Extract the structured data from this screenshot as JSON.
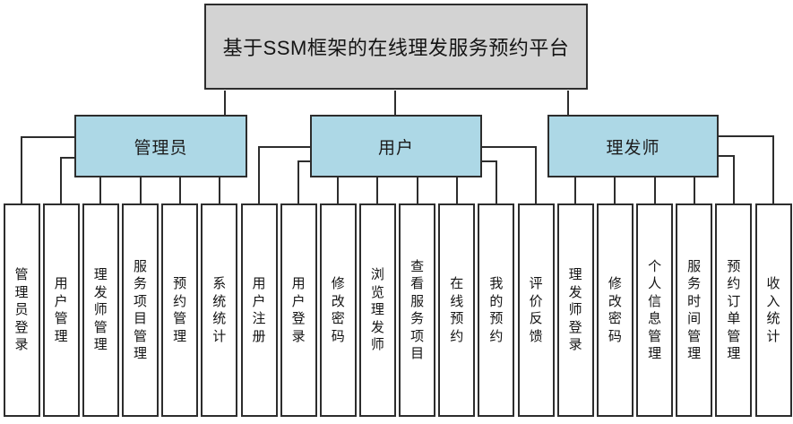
{
  "diagram": {
    "title": "基于SSM框架的在线理发服务预约平台",
    "groups": [
      {
        "name": "管理员",
        "children": [
          "管理员登录",
          "用户管理",
          "理发师管理",
          "服务项目管理",
          "预约管理",
          "系统统计"
        ]
      },
      {
        "name": "用户",
        "children": [
          "用户注册",
          "用户登录",
          "修改密码",
          "浏览理发师",
          "查看服务项目",
          "在线预约",
          "我的预约",
          "评价反馈"
        ]
      },
      {
        "name": "理发师",
        "children": [
          "理发师登录",
          "修改密码",
          "个人信息管理",
          "服务时间管理",
          "预约订单管理",
          "收入统计"
        ]
      }
    ],
    "colors": {
      "root_bg": "#d3d3d3",
      "group_bg": "#add8e6",
      "leaf_bg": "#ffffff",
      "line": "#2d2d2d"
    }
  }
}
